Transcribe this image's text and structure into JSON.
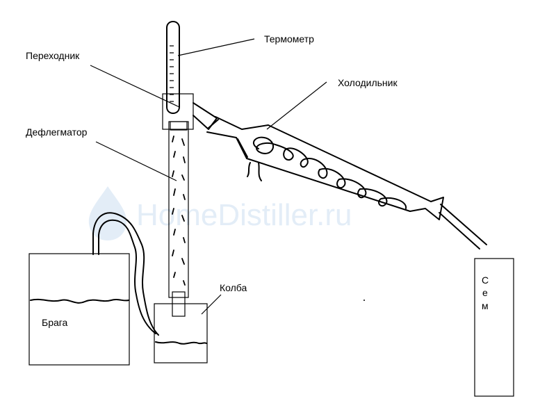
{
  "labels": {
    "thermometer": "Термометр",
    "adapter": "Переходник",
    "condenser": "Холодильник",
    "dephlegmator": "Дефлегматор",
    "flask": "Колба",
    "mash": "Брага"
  },
  "receiver_text": [
    "С",
    "е",
    "м"
  ],
  "watermark": "HomeDistiller.ru",
  "colors": {
    "ink": "#000000",
    "watermark": "#e3edf7",
    "background": "#ffffff"
  }
}
